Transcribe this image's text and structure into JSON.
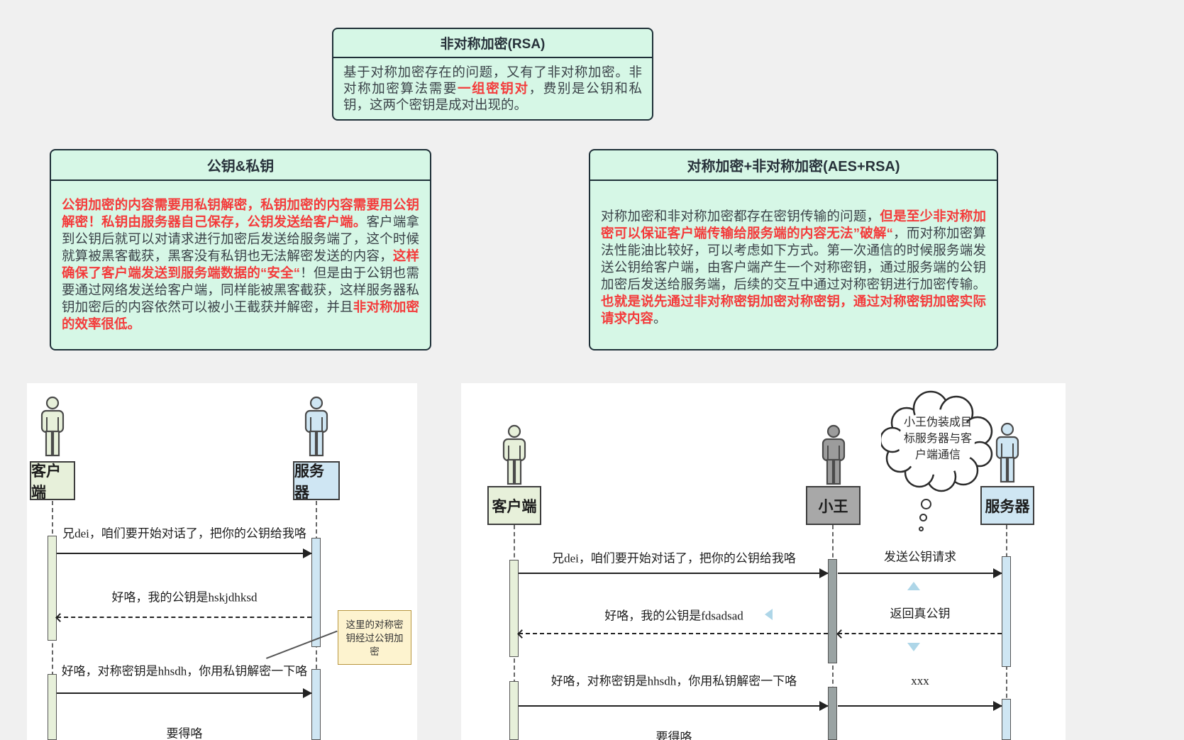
{
  "colors": {
    "page_bg": "#f0f0f0",
    "infobox_fill": "#d6f7e6",
    "infobox_border": "#1f3038",
    "accent_red": "#f43b3b",
    "body_text": "#3a4248",
    "client_fill": "#e7f0da",
    "server_fill": "#cfe6f3",
    "mitm_fill": "#a8a8a8",
    "note_fill": "#fdf3cf",
    "note_border": "#b8963e",
    "marker_blue": "#aed6e8"
  },
  "info_boxes": {
    "rsa": {
      "title": "非对称加密(RSA)",
      "segments": [
        {
          "text": "基于对称加密存在的问题，又有了非对称加密。非对称加密算法需要",
          "em": false
        },
        {
          "text": "一组密钥对",
          "em": true
        },
        {
          "text": "，费别是公钥和私钥，这两个密钥是成对出现的。",
          "em": false
        }
      ]
    },
    "pub_priv": {
      "title": "公钥&私钥",
      "segments": [
        {
          "text": "公钥加密的内容需要用私钥解密，私钥加密的内容需要用公钥解密！私钥由服务器自己保存，公钥发送给客户端。",
          "em": true
        },
        {
          "text": "客户端拿到公钥后就可以对请求进行加密后发送给服务端了，这个时候就算被黑客截获，黑客没有私钥也无法解密发送的内容，",
          "em": false
        },
        {
          "text": "这样确保了客户端发送到服务端数据的“安全“",
          "em": true
        },
        {
          "text": "！但是由于公钥也需要通过网络发送给客户端，同样能被黑客截获，这样服务器私钥加密后的内容依然可以被小王截获并解密，并且",
          "em": false
        },
        {
          "text": "非对称加密的效率很低。",
          "em": true
        }
      ]
    },
    "aes_rsa": {
      "title": "对称加密+非对称加密(AES+RSA)",
      "segments": [
        {
          "text": "对称加密和非对称加密都存在密钥传输的问题，",
          "em": false
        },
        {
          "text": "但是至少非对称加密可以保证客户端传输给服务端的内容无法”破解“",
          "em": true
        },
        {
          "text": "，而对称加密算法性能油比较好，可以考虑如下方式。第一次通信的时候服务端发送公钥给客户端，由客户端产生一个对称密钥，通过服务端的公钥加密后发送给服务端，后续的交互中通过对称密钥进行加密传输。",
          "em": false
        },
        {
          "text": "也就是说先通过非对称密钥加密对称密钥，通过对称密钥加密实际请求内容",
          "em": true
        },
        {
          "text": "。",
          "em": false
        }
      ]
    }
  },
  "seq_left": {
    "actors": {
      "client": "客户端",
      "server": "服务器"
    },
    "messages": {
      "m1": "兄dei，咱们要开始对话了，把你的公钥给我咯",
      "m2": "好咯，我的公钥是hskjdhksd",
      "m3": "好咯，对称密钥是hhsdh，你用私钥解密一下咯",
      "m4": "要得咯"
    },
    "note": "这里的对称密钥经过公钥加密"
  },
  "seq_right": {
    "actors": {
      "client": "客户端",
      "mitm": "小王",
      "server": "服务器"
    },
    "cloud": "小王伪装成目标服务器与客户端通信",
    "messages": {
      "m1_client": "兄dei，咱们要开始对话了，把你的公钥给我咯",
      "m1_server": "发送公钥请求",
      "m2_client": "好咯，我的公钥是fdsadsad",
      "m2_server": "返回真公钥",
      "m3_client": "好咯，对称密钥是hhsdh，你用私钥解密一下咯",
      "m3_server": "xxx",
      "m4_client": "要得咯"
    }
  }
}
